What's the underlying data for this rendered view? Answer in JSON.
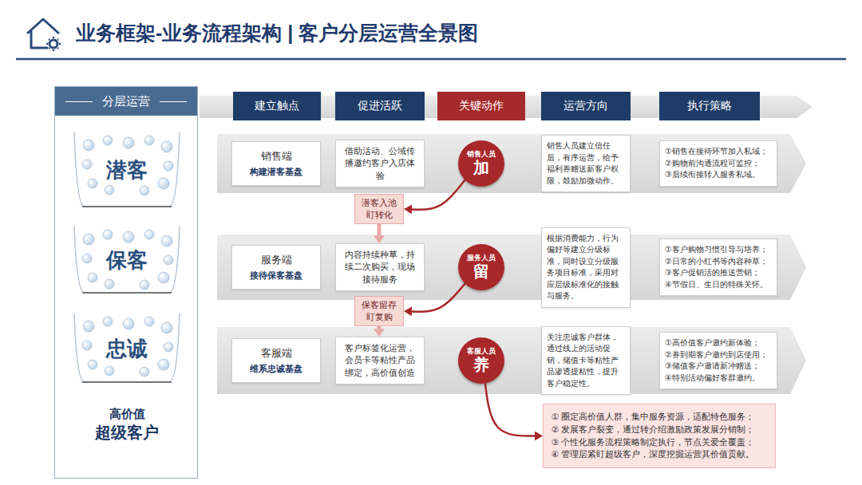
{
  "diagram": {
    "title": "业务框架-业务流程架构 | 客户分层运营全景图",
    "nodes": [
      {
        "text": [
          "分层运营"
        ]
      },
      {
        "text": [
          "潜客"
        ],
        "in": 0
      },
      {
        "text": [
          "保客"
        ],
        "in": 0
      },
      {
        "text": [
          "忠诚"
        ],
        "in": 0
      },
      {
        "text": [
          "高价值",
          "超级客户"
        ],
        "in": 0
      },
      {
        "text": [
          "建立触点"
        ]
      },
      {
        "text": [
          "促进活跃"
        ]
      },
      {
        "text": [
          "关键动作"
        ]
      },
      {
        "text": [
          "运营方向"
        ]
      },
      {
        "text": [
          "执行策略"
        ]
      },
      {
        "text": [
          "销售端",
          "构建潜客基盘"
        ]
      },
      {
        "text": [
          "借助活动、公域传播邀约客户入店体验"
        ]
      },
      {
        "text": [
          "销售人员",
          "加"
        ]
      },
      {
        "text": [
          "销售人员建立信任后，有序运营，给予福利券赠送新客户权限，鼓励加微动作。"
        ]
      },
      {
        "text": [
          "①销售在接待环节加入私域；",
          "②购物前沟通流程可监控；",
          "③后续衔接转入服务私域。"
        ]
      },
      {
        "text": [
          "潜客入池 盯转化"
        ]
      },
      {
        "text": [
          "服务端",
          "接待保客基盘"
        ]
      },
      {
        "text": [
          "内容持续种草，持续二次购买，现场接待服务"
        ]
      },
      {
        "text": [
          "服务人员",
          "留"
        ]
      },
      {
        "text": [
          "根据消费能力，行为偏好等建立分级标准，同时设立分级服务项目标准，采用对应层级标准化的接触与服务。"
        ]
      },
      {
        "text": [
          "①客户购物习惯引导与培养；",
          "②日常的小红书等内容种草；",
          "③客户促销活的推送营销；",
          "④节假日、生日的特殊关怀。"
        ]
      },
      {
        "text": [
          "保客留存 盯复购"
        ]
      },
      {
        "text": [
          "客服端",
          "维系忠诚基盘"
        ]
      },
      {
        "text": [
          "客户标签化运营，会员卡等粘性产品绑定，高价值创造"
        ]
      },
      {
        "text": [
          "客服人员",
          "养"
        ]
      },
      {
        "text": [
          "关注忠诚客户群体，通过线上的活动促销，储值卡等粘性产品渗透提粘性，提升客户稳定性。"
        ]
      },
      {
        "text": [
          "①高价值客户邀约新体验；",
          "②券到期客户邀约到店使用；",
          "③储值客户邀请新冲赠送；",
          "④特别活动偏好客群邀约。"
        ]
      },
      {
        "text": [
          "① 圈定高价值人群，集中服务资源，适配特色服务；",
          "② 发展客户裂变，通过转介绍激励政策发展分销制；",
          "③ 个性化服务流程策略制定执行，节点关爱全覆盖；",
          "④ 管理层紧盯超级客户，深度挖掘运营其价值贡献。"
        ]
      }
    ],
    "edges": [
      {
        "from": 1,
        "to": 2,
        "arrow": "to"
      },
      {
        "from": 2,
        "to": 3,
        "arrow": "to"
      },
      {
        "from": 3,
        "to": 4,
        "arrow": "to"
      },
      {
        "from": 12,
        "to": 15,
        "arrow": "to"
      },
      {
        "from": 15,
        "to": 17,
        "arrow": "to"
      },
      {
        "from": 18,
        "to": 21,
        "arrow": "to"
      },
      {
        "from": 21,
        "to": 23,
        "arrow": "to"
      },
      {
        "from": 24,
        "to": 27,
        "arrow": "to"
      }
    ]
  }
}
